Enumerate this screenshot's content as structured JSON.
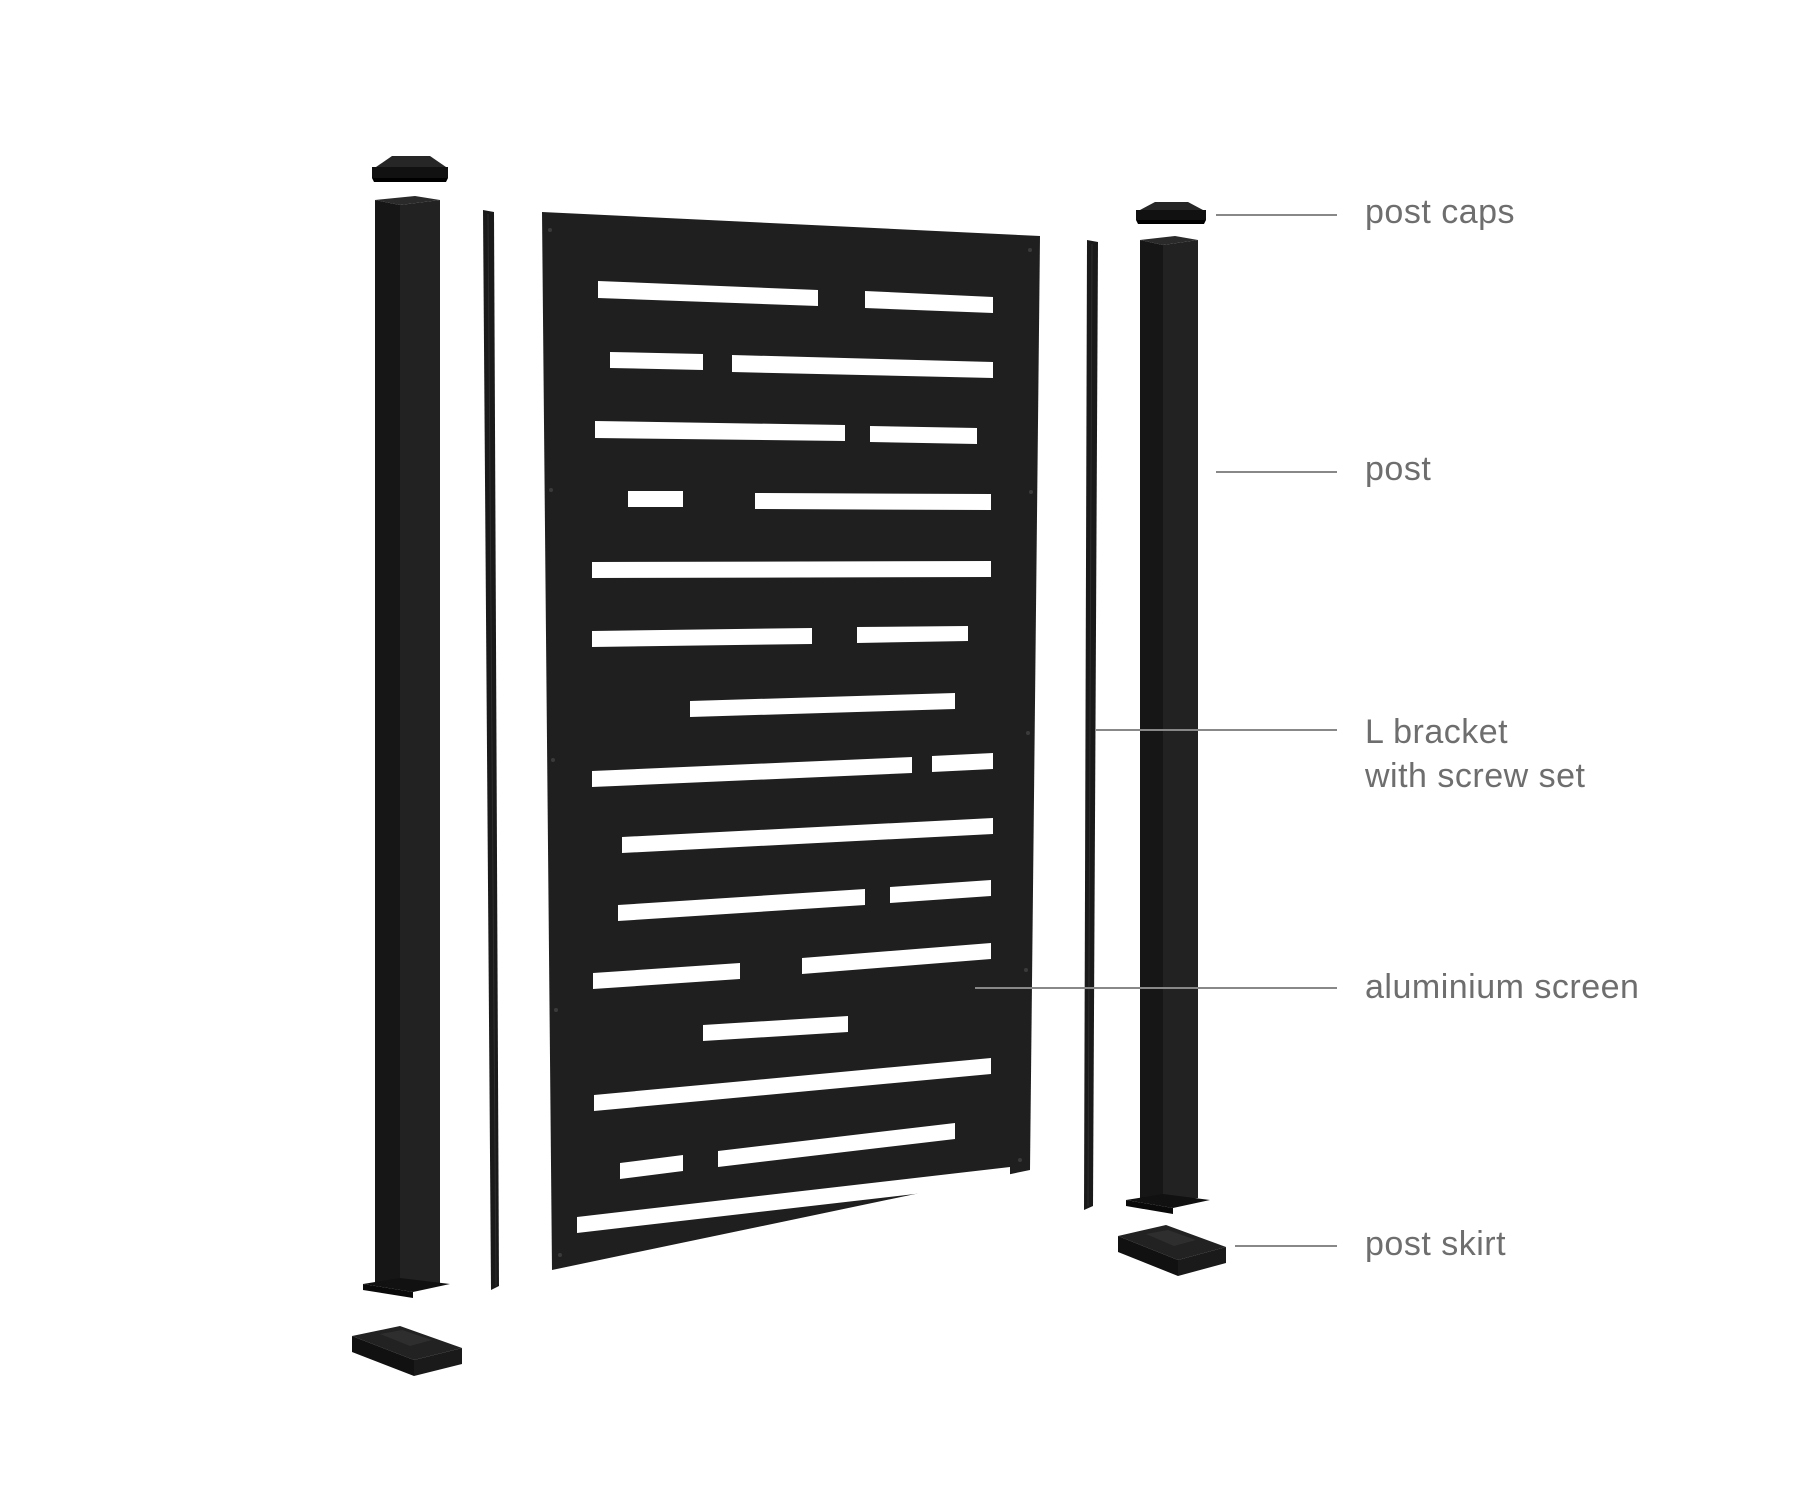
{
  "colors": {
    "metal": "#1d1d1d",
    "metal_dark": "#111111",
    "metal_light": "#2b2b2b",
    "leader_line": "#888888",
    "label_text": "#6e6e6e",
    "background": "#ffffff"
  },
  "labels": {
    "post_caps": "post caps",
    "post": "post",
    "l_bracket_line1": "L bracket",
    "l_bracket_line2": "with screw set",
    "aluminium_screen": "aluminium screen",
    "post_skirt": "post skirt"
  }
}
